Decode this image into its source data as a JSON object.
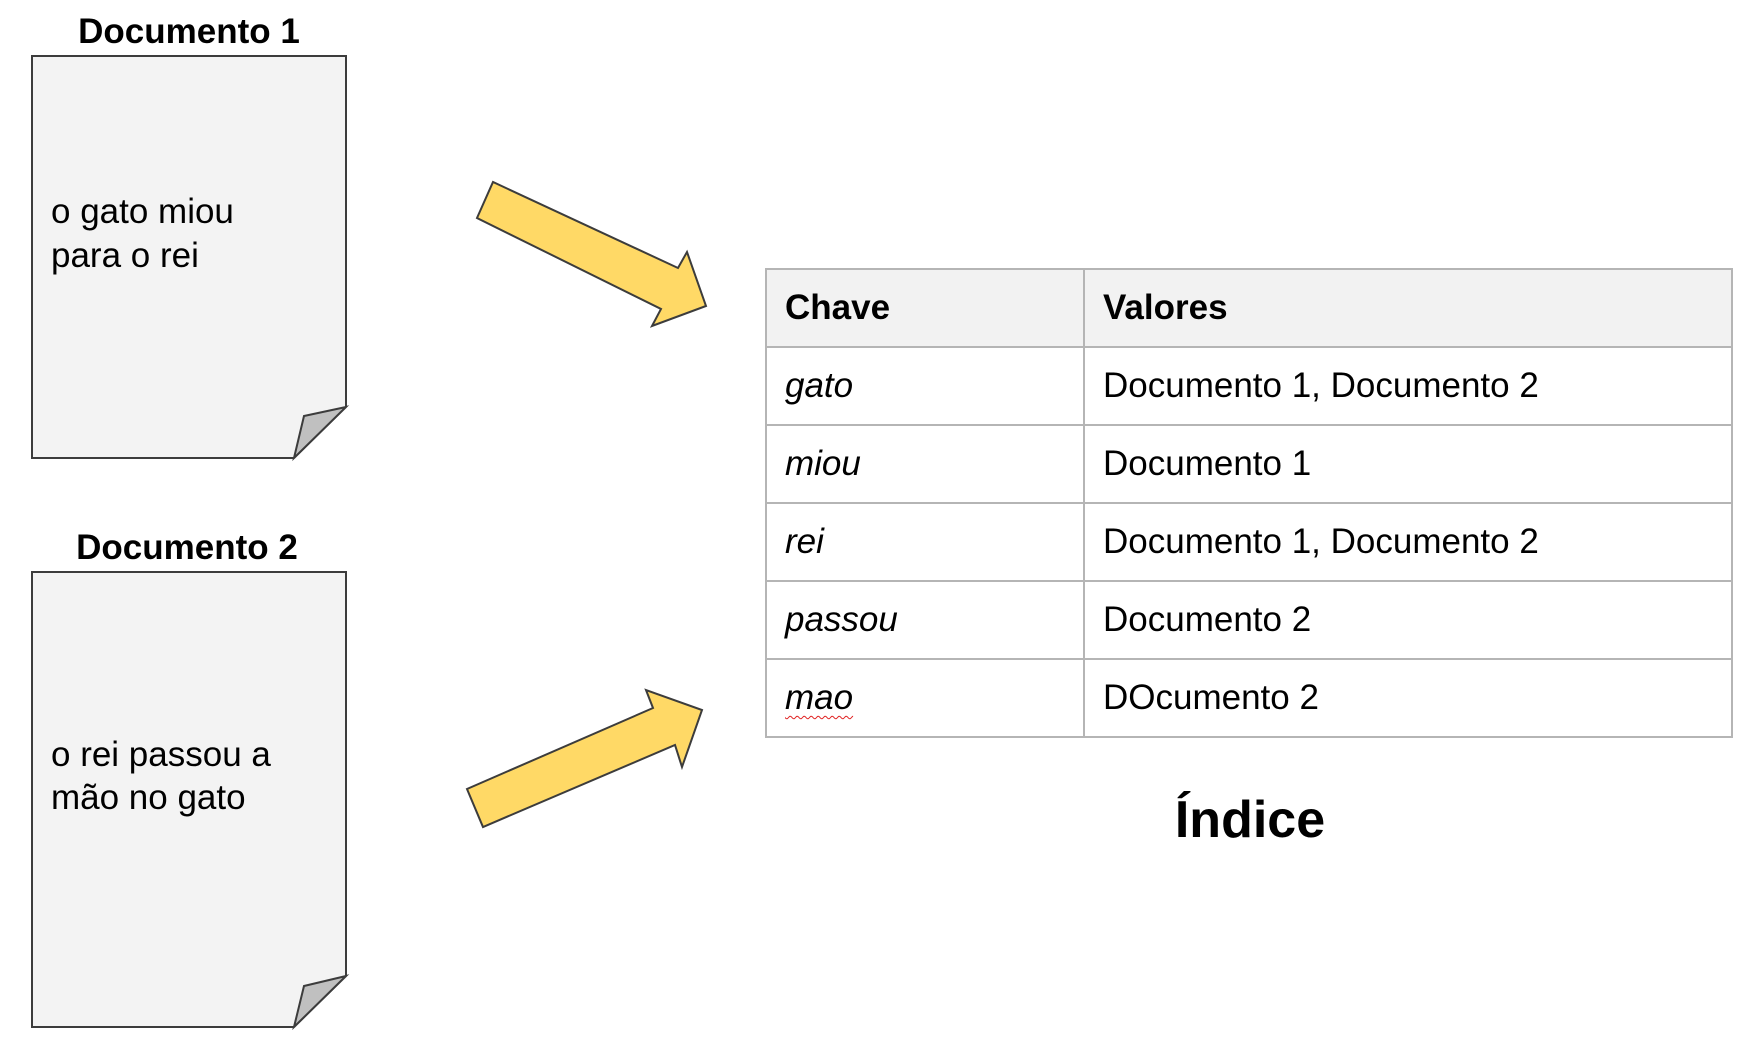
{
  "documents": [
    {
      "title": "Documento 1",
      "lines": [
        "o gato miou",
        "para o rei"
      ]
    },
    {
      "title": "Documento 2",
      "lines": [
        "o rei passou a",
        "mão no gato"
      ]
    }
  ],
  "index": {
    "caption": "Índice",
    "headers": {
      "key": "Chave",
      "values": "Valores"
    },
    "rows": [
      {
        "key": "gato",
        "values": "Documento 1, Documento 2"
      },
      {
        "key": "miou",
        "values": "Documento 1"
      },
      {
        "key": "rei",
        "values": "Documento 1, Documento 2"
      },
      {
        "key": "passou",
        "values": "Documento 2"
      },
      {
        "key": "mao",
        "values": "DOcumento 2"
      }
    ]
  },
  "colors": {
    "page_fill": "#f3f3f3",
    "page_stroke": "#3c3c3c",
    "page_fold": "#c0c0c0",
    "arrow_fill": "#ffd966",
    "arrow_stroke": "#3c3c3c",
    "table_header_bg": "#f2f2f2",
    "table_border": "#b5b5b5",
    "spellcheck_underline": "#e02020"
  }
}
